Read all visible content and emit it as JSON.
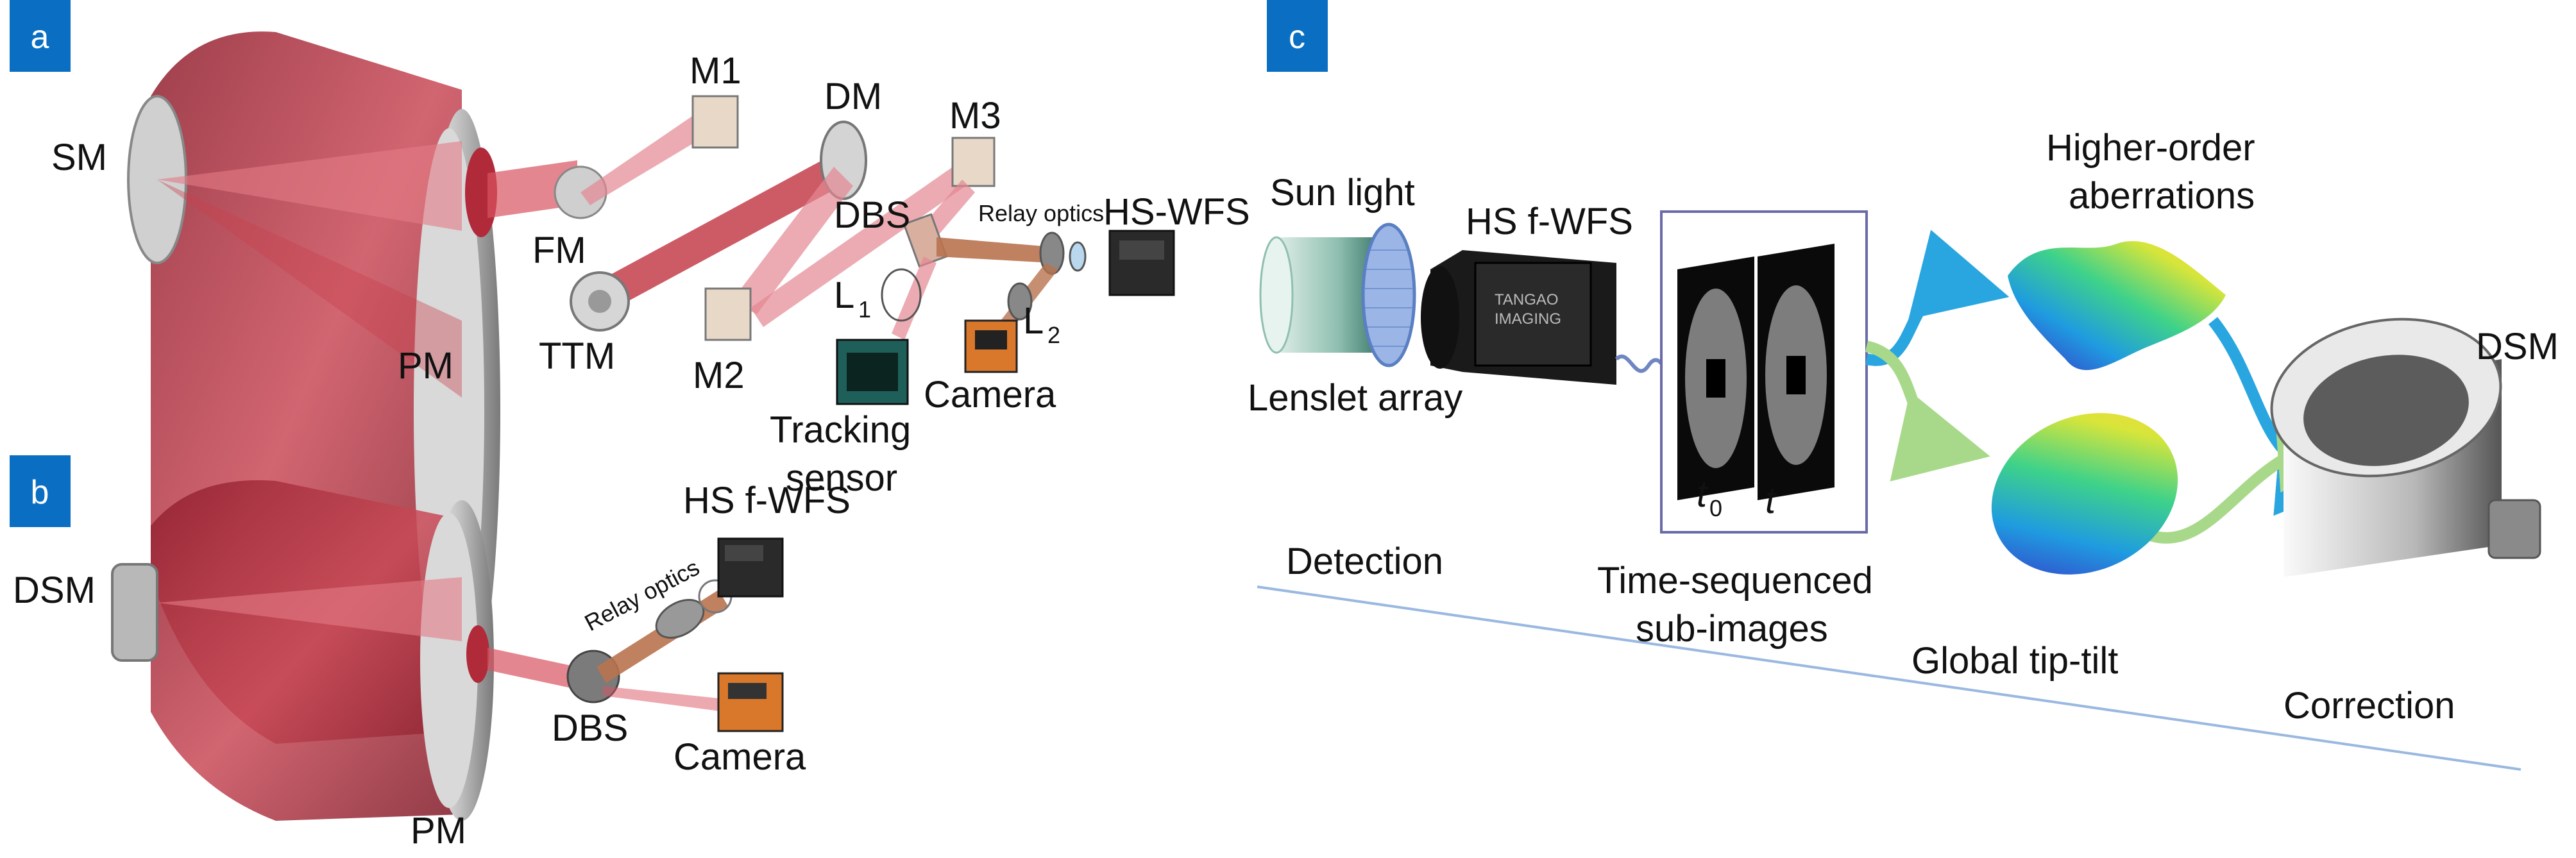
{
  "panels": {
    "a": {
      "badge": "a",
      "labels": {
        "sm": "SM",
        "pm": "PM",
        "fm": "FM",
        "ttm": "TTM",
        "m1": "M1",
        "m2": "M2",
        "m3": "M3",
        "dm": "DM",
        "dbs": "DBS",
        "relay": "Relay optics",
        "hswfs": "HS-WFS",
        "l1": "L",
        "l1_sub": "1",
        "l2": "L",
        "l2_sub": "2",
        "camera": "Camera",
        "tracking_line1": "Tracking",
        "tracking_line2": "sensor"
      }
    },
    "b": {
      "badge": "b",
      "labels": {
        "dsm": "DSM",
        "pm": "PM",
        "dbs": "DBS",
        "relay": "Relay optics",
        "hsfwfs": "HS f-WFS",
        "camera": "Camera"
      }
    },
    "c": {
      "badge": "c",
      "labels": {
        "sunlight": "Sun light",
        "hsfwfs": "HS f-WFS",
        "lenslet": "Lenslet array",
        "detection": "Detection",
        "t0": "t",
        "t0_sub": "0",
        "t": "t",
        "timeseq_line1": "Time-sequenced",
        "timeseq_line2": "sub-images",
        "higher_line1": "Higher-order",
        "higher_line2": "aberrations",
        "global": "Global tip-tilt",
        "correction": "Correction",
        "dsm": "DSM",
        "camera_brand_line1": "TANGAO",
        "camera_brand_line2": "IMAGING"
      }
    }
  },
  "colors": {
    "badge": "#0a6fc2",
    "telescope_red": "#b02a3a",
    "beam_red": "#d9535f",
    "mirror_grey": "#c8c8c8",
    "camera_orange": "#d9782a",
    "tracking_teal": "#1f5f5a",
    "arrow_blue": "#29a6e0",
    "arrow_green": "#a8d98a",
    "guide_line": "#9ab8e0"
  }
}
